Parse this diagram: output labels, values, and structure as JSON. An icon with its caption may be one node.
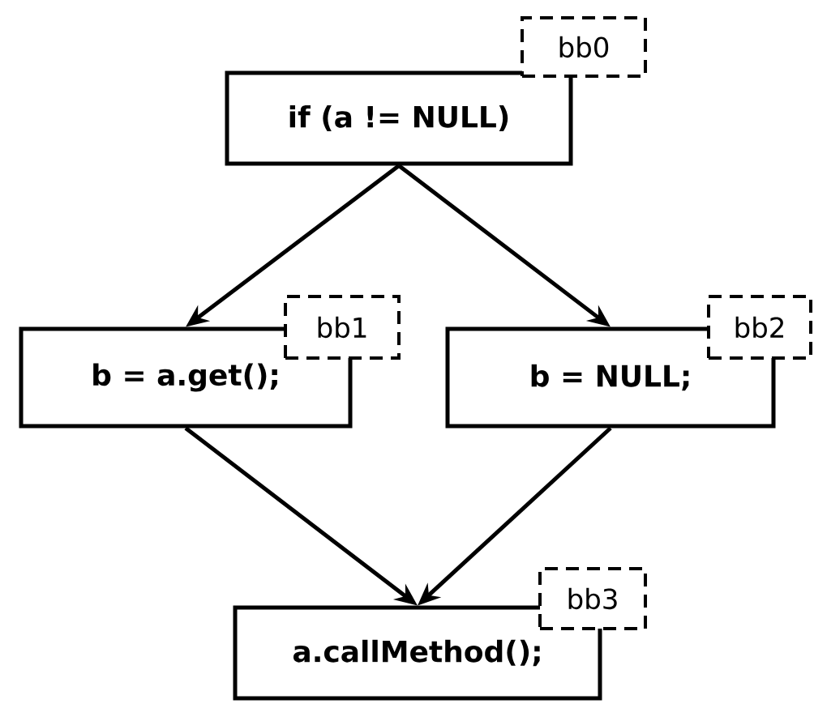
{
  "diagram": {
    "nodes": [
      {
        "text": [
          "if (a != NULL)"
        ],
        "beside": [
          "bb0"
        ]
      },
      {
        "text": [
          "b = a.get();"
        ],
        "beside": [
          "bb1"
        ]
      },
      {
        "text": [
          "b = NULL;"
        ],
        "beside": [
          "bb2"
        ]
      },
      {
        "text": [
          "a.callMethod();"
        ],
        "beside": [
          "bb3"
        ]
      }
    ],
    "edges": [
      {
        "from": 0,
        "to": 1,
        "arrow": "to"
      },
      {
        "from": 0,
        "to": 2,
        "arrow": "to"
      },
      {
        "from": 1,
        "to": 3,
        "arrow": "to"
      },
      {
        "from": 2,
        "to": 3,
        "arrow": "to"
      }
    ]
  }
}
